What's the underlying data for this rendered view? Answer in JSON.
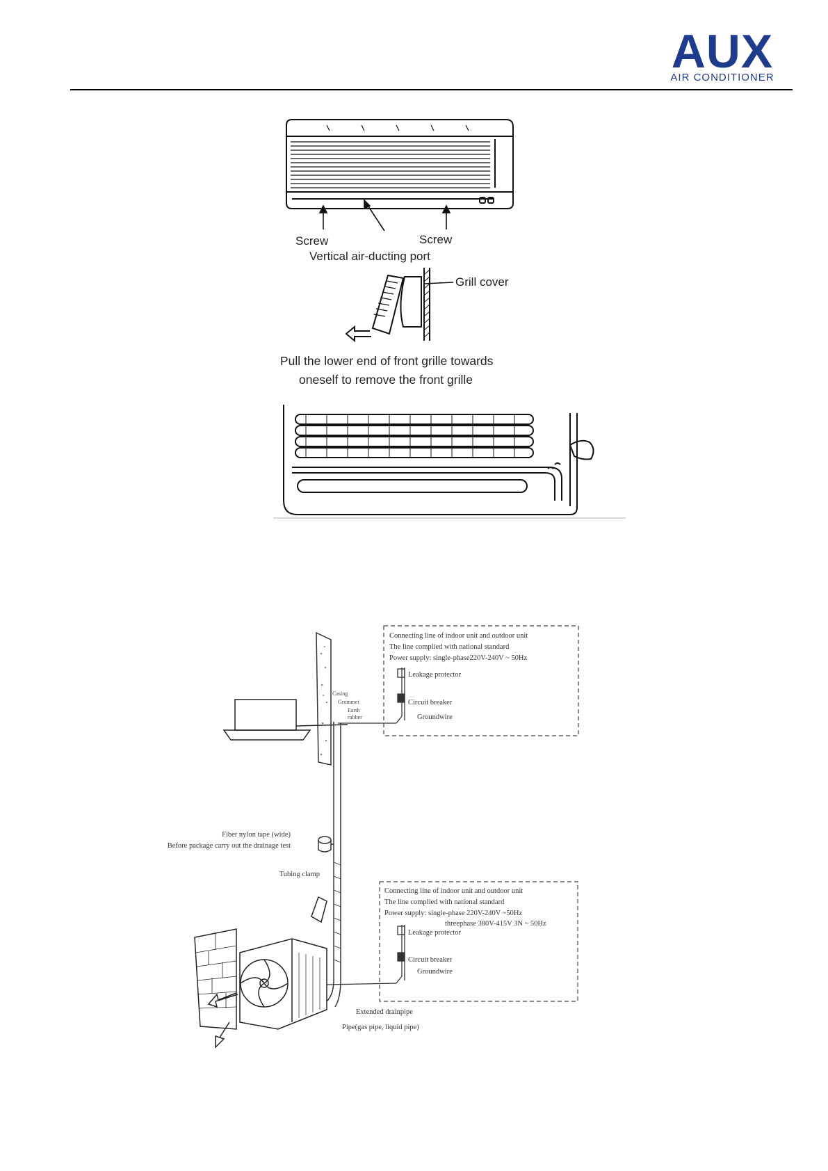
{
  "header": {
    "brand": "AUX",
    "brand_sub": "AIR CONDITIONER"
  },
  "figure1": {
    "screw_left": "Screw",
    "screw_right": "Screw",
    "port_label": "Vertical air-ducting port",
    "grill_label": "Grill cover",
    "caption_line1": "Pull  the  lower  end  of  front  grille  towards",
    "caption_line2": "oneself to remove the front grille"
  },
  "figure2": {
    "box_top": {
      "line1": "Connecting line of indoor unit and outdoor unit",
      "line2": "The line complied with national standard",
      "line3": "Power supply: single-phase220V-240V ~ 50Hz",
      "leakage": "Leakage protector",
      "breaker": "Circuit breaker",
      "ground": "Groundwire"
    },
    "wall_labels": {
      "casing": "Casing",
      "grommet": "Grommet",
      "earth": "Earth",
      "rubber": "rubber"
    },
    "tape_label": "Fiber nylon tape (wide)",
    "drain_test_label": "Before package carry out the drainage test",
    "clamp_label": "Tubing clamp",
    "box_bottom": {
      "line1": "Connecting line of indoor unit and outdoor unit",
      "line2": "The line complied with national standard",
      "line3": "Power supply: single-phase 220V-240V ~50Hz",
      "line4": "threephase 380V-415V 3N ~ 50Hz",
      "leakage": "Leakage protector",
      "breaker": "Circuit breaker",
      "ground": "Groundwire"
    },
    "drainpipe_label": "Extended drainpipe",
    "pipe_label": "Pipe(gas pipe, liquid pipe)"
  }
}
